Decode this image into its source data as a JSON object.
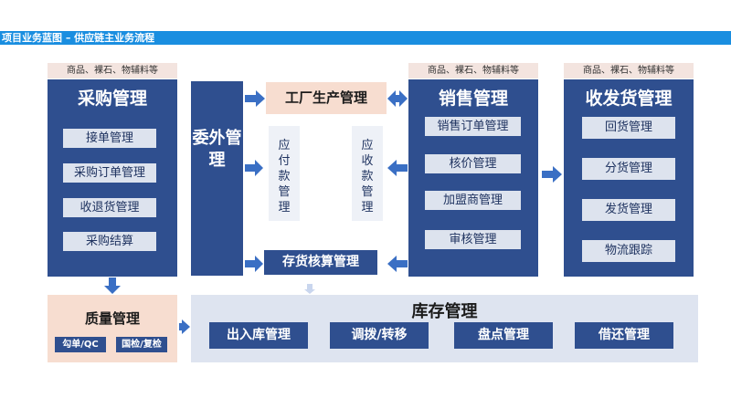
{
  "header": {
    "title": "项目业务蓝图 – 供应链主业务流程"
  },
  "tags": {
    "purchase": "商品、裸石、物辅料等",
    "sales": "商品、裸石、物辅料等",
    "shipping": "商品、裸石、物辅料等"
  },
  "purchase": {
    "title": "采购管理",
    "items": [
      "接单管理",
      "采购订单管理",
      "收退货管理",
      "采购结算"
    ]
  },
  "outsource": {
    "title": "委外管理"
  },
  "factory": {
    "title": "工厂生产管理"
  },
  "payable": {
    "title": "应付款管理"
  },
  "receivable": {
    "title": "应收款管理"
  },
  "inventory_accounting": {
    "title": "存货核算管理"
  },
  "sales": {
    "title": "销售管理",
    "items": [
      "销售订单管理",
      "核价管理",
      "加盟商管理",
      "审核管理"
    ]
  },
  "shipping": {
    "title": "收发货管理",
    "items": [
      "回货管理",
      "分货管理",
      "发货管理",
      "物流跟踪"
    ]
  },
  "quality": {
    "title": "质量管理",
    "items": [
      "勾单/QC",
      "国检/复检"
    ]
  },
  "stock": {
    "title": "库存管理",
    "items": [
      "出入库管理",
      "调拨/转移",
      "盘点管理",
      "借还管理"
    ]
  }
}
